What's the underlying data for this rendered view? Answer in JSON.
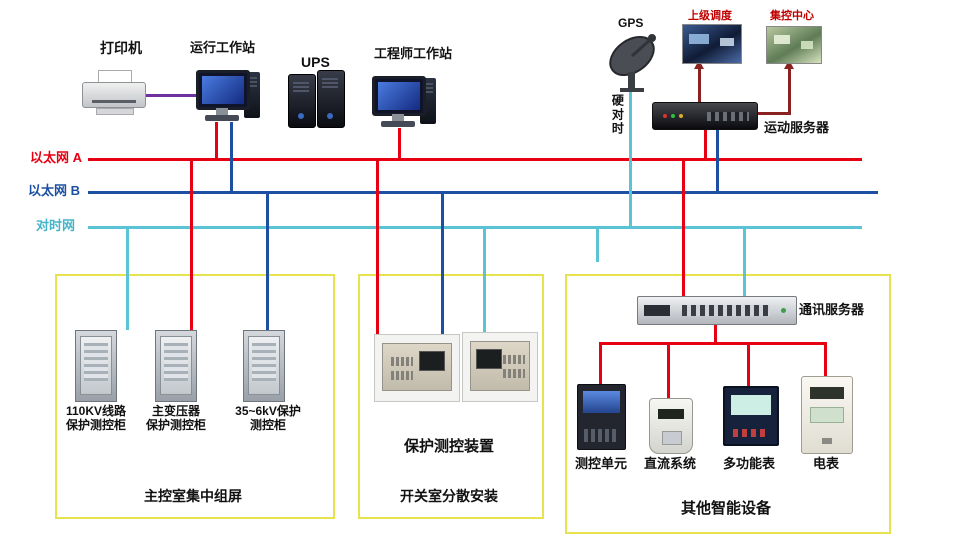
{
  "colors": {
    "ethernet_a": "#e60012",
    "ethernet_b": "#1d50a2",
    "time_sync": "#5bc4d4",
    "uplink_arrow": "#8b2222",
    "printer_link": "#7030a0",
    "panel_border": "#e6e34e"
  },
  "buses": {
    "ethernet_a": {
      "label": "以太网 A"
    },
    "ethernet_b": {
      "label": "以太网 B"
    },
    "time_sync": {
      "label": "对时网"
    }
  },
  "top": {
    "printer": "打印机",
    "operator_ws": "运行工作站",
    "ups": "UPS",
    "engineer_ws": "工程师工作站",
    "gps": "GPS",
    "dispatch": "上级调度",
    "control_center": "集控中心",
    "remote_server": "运动服务器",
    "hard_time": "硬对时"
  },
  "panel_left": {
    "cabinets": [
      {
        "line1": "110KV线路",
        "line2": "保护测控柜"
      },
      {
        "line1": "主变压器",
        "line2": "保护测控柜"
      },
      {
        "line1": "35~6kV保护",
        "line2": "测控柜"
      }
    ],
    "caption": "主控室集中组屏"
  },
  "panel_mid": {
    "label": "保护测控装置",
    "caption": "开关室分散安装"
  },
  "panel_right": {
    "server_label": "通讯服务器",
    "devices": [
      {
        "label": "测控单元"
      },
      {
        "label": "直流系统"
      },
      {
        "label": "多功能表"
      },
      {
        "label": "电表"
      }
    ],
    "caption": "其他智能设备"
  }
}
